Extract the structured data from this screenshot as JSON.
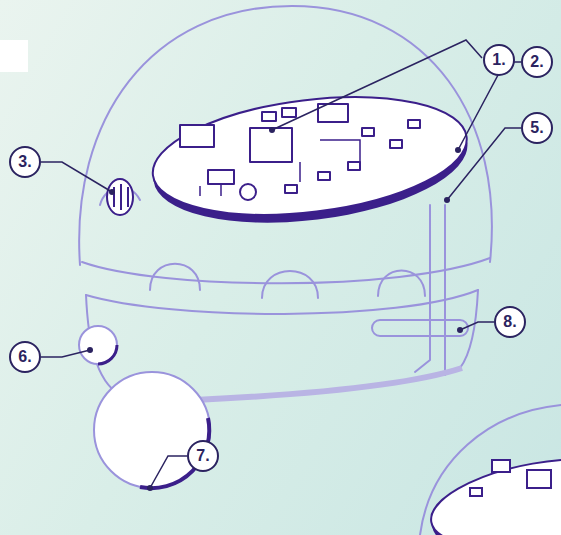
{
  "diagram": {
    "labels": [
      "1.",
      "2.",
      "5.",
      "3.",
      "8.",
      "6.",
      "7."
    ]
  }
}
